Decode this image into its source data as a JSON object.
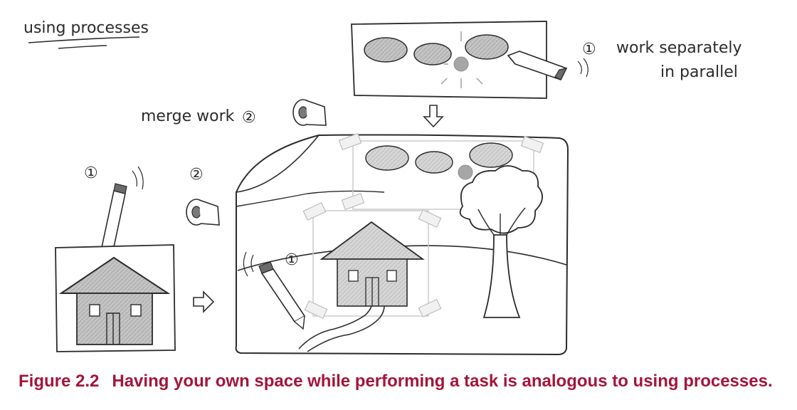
{
  "title": "using processes",
  "labels": {
    "work_separately_line1": "work separately",
    "work_separately_line2": "in parallel",
    "merge_work": "merge work",
    "step_one": "①",
    "step_two": "②"
  },
  "caption": {
    "number": "Figure 2.2",
    "text": "Having your own space while performing a task is analogous to using processes."
  },
  "colors": {
    "caption": "#a3153a",
    "ink": "#2b2b2b",
    "fill_gray": "#bdbdbd",
    "tape": "#e6e6e6"
  }
}
